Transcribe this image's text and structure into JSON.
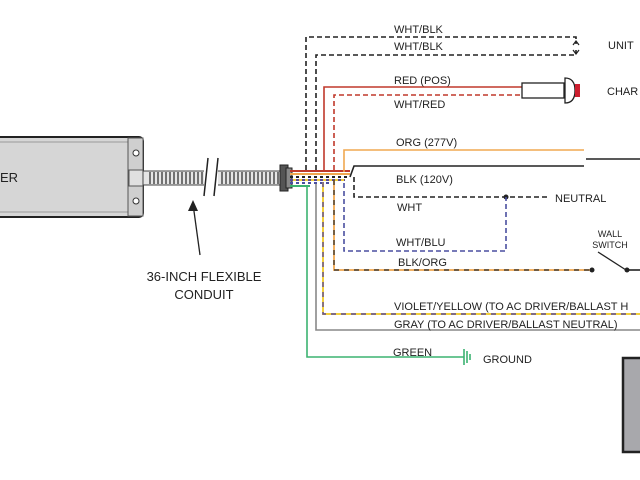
{
  "diagram": {
    "title": "Emergency driver wiring diagram",
    "colors": {
      "white": "#ffffff",
      "black": "#222222",
      "red": "#c0392b",
      "orange": "#f0a850",
      "blue": "#4a4fa0",
      "violet": "#5a4a9a",
      "yellow": "#f2cf3a",
      "gray": "#888888",
      "green": "#3cb371",
      "housing": "#d6d6d6",
      "charge_led": "#cc1f2f"
    },
    "unit": {
      "label_fragment": "ER"
    },
    "conduit": {
      "label_line1": "36-INCH FLEXIBLE",
      "label_line2": "CONDUIT"
    },
    "wires": [
      {
        "id": "wht-blk-1",
        "label": "WHT/BLK",
        "color1": "white",
        "color2": "black",
        "style": "dashed",
        "to": "test-switch"
      },
      {
        "id": "wht-blk-2",
        "label": "WHT/BLK",
        "color1": "white",
        "color2": "black",
        "style": "dashed",
        "to": "test-switch"
      },
      {
        "id": "red-pos",
        "label": "RED (POS)",
        "color1": "red",
        "style": "solid",
        "to": "charge-indicator"
      },
      {
        "id": "wht-red",
        "label": "WHT/RED",
        "color1": "white",
        "color2": "red",
        "style": "dashed",
        "to": "charge-indicator"
      },
      {
        "id": "org-277",
        "label": "ORG (277V)",
        "color1": "orange",
        "style": "solid",
        "to": "line"
      },
      {
        "id": "blk-120",
        "label": "BLK (120V)",
        "color1": "black",
        "style": "solid",
        "to": "line"
      },
      {
        "id": "wht",
        "label": "WHT",
        "color1": "white",
        "color2": "black",
        "style": "dashed",
        "to": "neutral"
      },
      {
        "id": "wht-blu",
        "label": "WHT/BLU",
        "color1": "white",
        "color2": "blue",
        "style": "dashed",
        "to": "neutral"
      },
      {
        "id": "blk-org",
        "label": "BLK/ORG",
        "color1": "orange",
        "color2": "black",
        "style": "dashed",
        "to": "wall-switch"
      },
      {
        "id": "violet-yellow",
        "label": "VIOLET/YELLOW (TO AC DRIVER/BALLAST H",
        "color1": "yellow",
        "color2": "violet",
        "style": "dashed",
        "to": "ac-driver-hot"
      },
      {
        "id": "gray",
        "label": "GRAY (TO AC DRIVER/BALLAST NEUTRAL)",
        "color1": "gray",
        "style": "solid",
        "to": "ac-driver-neutral"
      },
      {
        "id": "green",
        "label": "GREEN",
        "color1": "green",
        "style": "solid",
        "to": "ground"
      }
    ],
    "terminals": {
      "unit_label": "UNIT",
      "charge_label": "CHAR",
      "neutral_label": "NEUTRAL",
      "wall_switch_line1": "WALL",
      "wall_switch_line2": "SWITCH",
      "ground_label": "GROUND"
    }
  }
}
